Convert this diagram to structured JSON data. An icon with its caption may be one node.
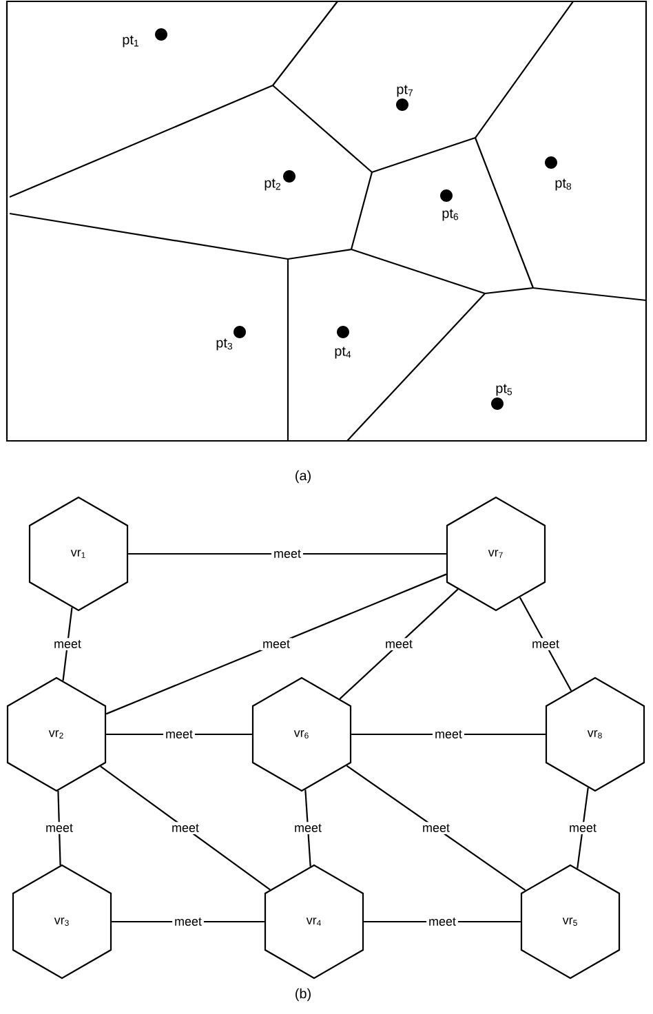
{
  "diagram": {
    "nodes": [
      {
        "text": [
          "vr$_{1}$"
        ]
      },
      {
        "text": [
          "vr$_{7}$"
        ]
      },
      {
        "text": [
          "vr$_{2}$"
        ]
      },
      {
        "text": [
          "vr$_{6}$"
        ]
      },
      {
        "text": [
          "vr$_{8}$"
        ]
      },
      {
        "text": [
          "vr$_{3}$"
        ]
      },
      {
        "text": [
          "vr$_{4}$"
        ]
      },
      {
        "text": [
          "vr$_{5}$"
        ]
      }
    ],
    "edges": [
      {
        "from": 0,
        "to": 1,
        "arrow": "none",
        "label": "meet"
      },
      {
        "from": 0,
        "to": 2,
        "arrow": "none",
        "label": "meet"
      },
      {
        "from": 1,
        "to": 2,
        "arrow": "none",
        "label": "meet"
      },
      {
        "from": 1,
        "to": 3,
        "arrow": "none",
        "label": "meet"
      },
      {
        "from": 1,
        "to": 4,
        "arrow": "none",
        "label": "meet"
      },
      {
        "from": 2,
        "to": 3,
        "arrow": "none",
        "label": "meet"
      },
      {
        "from": 3,
        "to": 4,
        "arrow": "none",
        "label": "meet"
      },
      {
        "from": 2,
        "to": 5,
        "arrow": "none",
        "label": "meet"
      },
      {
        "from": 2,
        "to": 6,
        "arrow": "none",
        "label": "meet"
      },
      {
        "from": 3,
        "to": 6,
        "arrow": "none",
        "label": "meet"
      },
      {
        "from": 3,
        "to": 7,
        "arrow": "none",
        "label": "meet"
      },
      {
        "from": 4,
        "to": 7,
        "arrow": "none",
        "label": "meet"
      },
      {
        "from": 5,
        "to": 6,
        "arrow": "none",
        "label": "meet"
      },
      {
        "from": 6,
        "to": 7,
        "arrow": "none",
        "label": "meet"
      }
    ],
    "labels": [
      "pt$_{1}$",
      "pt$_{7}$",
      "pt$_{2}$",
      "pt$_{8}$",
      "pt$_{6}$",
      "pt$_{3}$",
      "pt$_{4}$",
      "pt$_{5}$",
      "(a)",
      "(b)"
    ]
  }
}
